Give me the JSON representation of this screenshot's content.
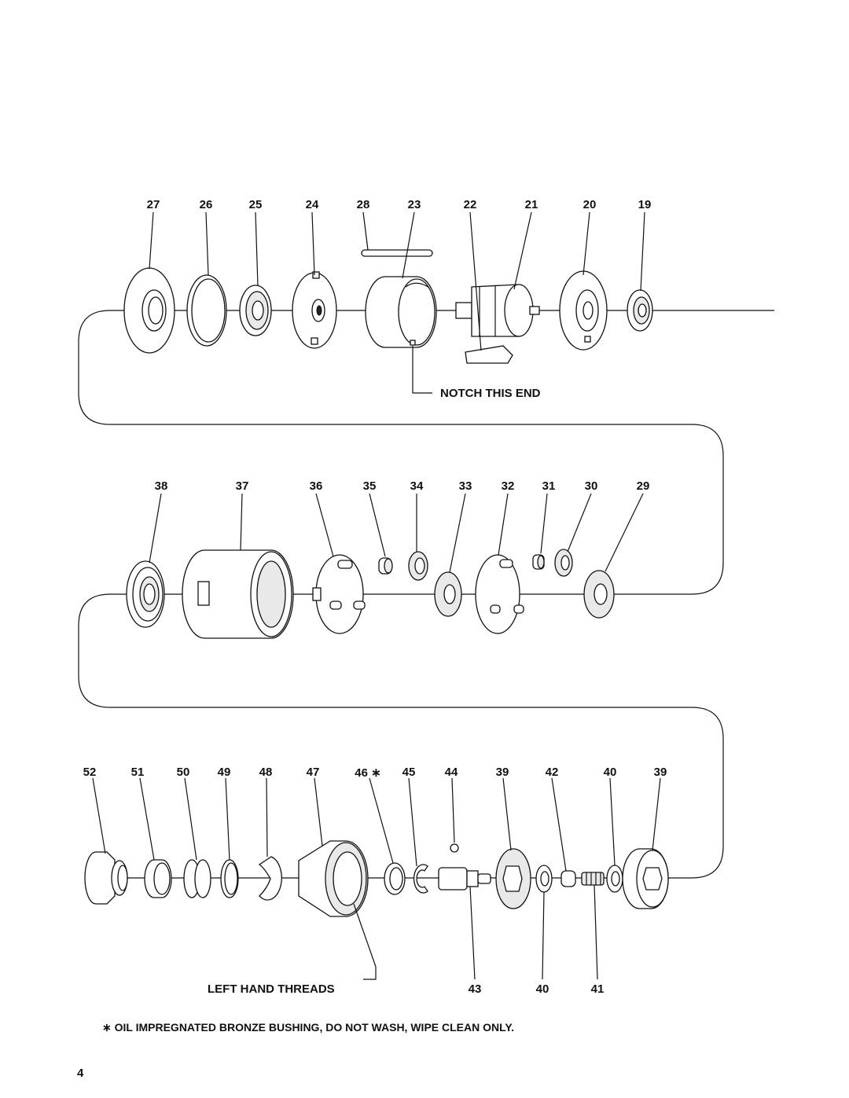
{
  "rows": [
    {
      "labels": [
        {
          "num": "27"
        },
        {
          "num": "26"
        },
        {
          "num": "25"
        },
        {
          "num": "24"
        },
        {
          "num": "28"
        },
        {
          "num": "23"
        },
        {
          "num": "22"
        },
        {
          "num": "21"
        },
        {
          "num": "20"
        },
        {
          "num": "19"
        }
      ],
      "callout": "NOTCH THIS END"
    },
    {
      "labels": [
        {
          "num": "38"
        },
        {
          "num": "37"
        },
        {
          "num": "36"
        },
        {
          "num": "35"
        },
        {
          "num": "34"
        },
        {
          "num": "33"
        },
        {
          "num": "32"
        },
        {
          "num": "31"
        },
        {
          "num": "30"
        },
        {
          "num": "29"
        }
      ]
    },
    {
      "labels": [
        {
          "num": "52"
        },
        {
          "num": "51"
        },
        {
          "num": "50"
        },
        {
          "num": "49"
        },
        {
          "num": "48"
        },
        {
          "num": "47"
        },
        {
          "num": "46 ∗"
        },
        {
          "num": "45"
        },
        {
          "num": "44"
        },
        {
          "num": "39"
        },
        {
          "num": "42"
        },
        {
          "num": "40"
        },
        {
          "num": "39"
        }
      ],
      "bottom_labels": [
        {
          "num": "43"
        },
        {
          "num": "40"
        },
        {
          "num": "41"
        }
      ],
      "callout": "LEFT HAND THREADS"
    }
  ],
  "footnote": "∗ OIL IMPREGNATED BRONZE BUSHING, DO NOT WASH, WIPE CLEAN ONLY.",
  "page_number": "4"
}
